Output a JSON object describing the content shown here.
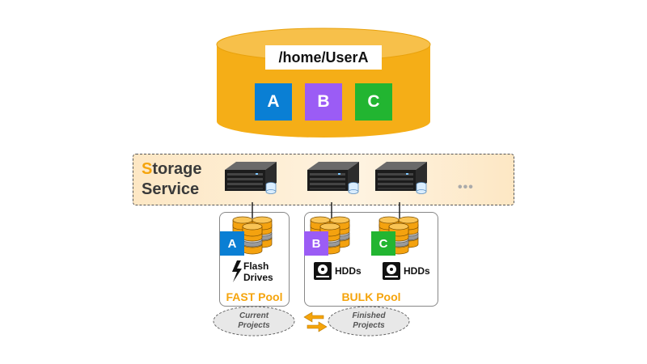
{
  "colors": {
    "accent_orange": "#f5a40c",
    "folder_a": "#0a7fd4",
    "folder_b": "#9b5cf5",
    "folder_c": "#22b531"
  },
  "volume": {
    "path": "/home/UserA",
    "folders": [
      "A",
      "B",
      "C"
    ]
  },
  "storage_service": {
    "title_first_letter": "S",
    "title_line1_rest": "torage",
    "title_line2": "Service",
    "more_indicator": "•••"
  },
  "fast_pool": {
    "label": "FAST Pool",
    "tag": "A",
    "media_line1": "Flash",
    "media_line2": "Drives",
    "media_icon": "lightning-bolt-icon"
  },
  "bulk_pool": {
    "label": "BULK Pool",
    "groups": [
      {
        "tag": "B",
        "media": "HDDs",
        "media_icon": "hard-drive-icon"
      },
      {
        "tag": "C",
        "media": "HDDs",
        "media_icon": "hard-drive-icon"
      }
    ]
  },
  "projects": {
    "current_line1": "Current",
    "current_line2": "Projects",
    "finished_line1": "Finished",
    "finished_line2": "Projects",
    "swap_icon": "swap-arrows-icon"
  }
}
